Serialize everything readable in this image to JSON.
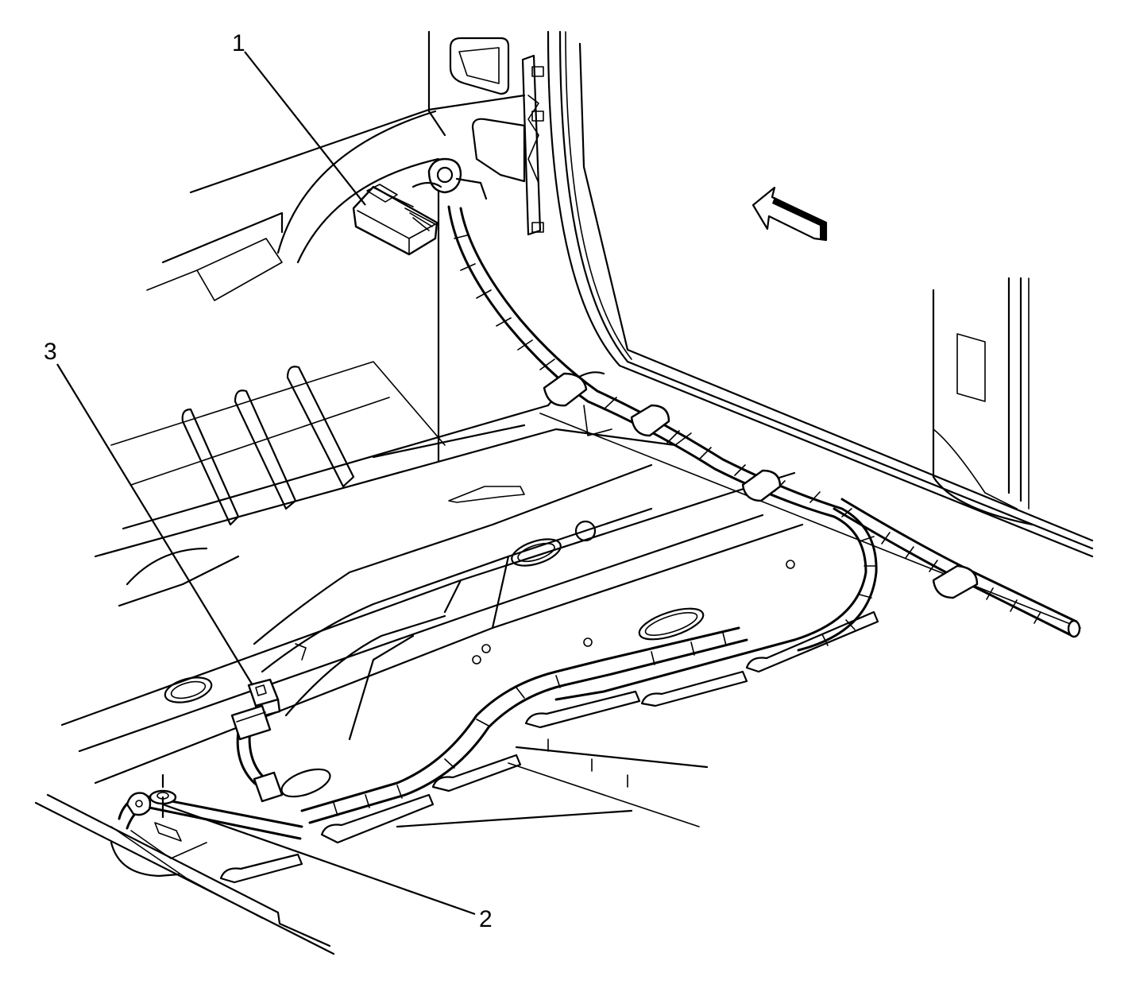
{
  "callouts": [
    {
      "id": "1",
      "label": "1",
      "part": "module"
    },
    {
      "id": "2",
      "label": "2",
      "part": "ground-bolt"
    },
    {
      "id": "3",
      "label": "3",
      "part": "harness-connector"
    }
  ],
  "icons": [
    "front-direction-arrow-icon"
  ],
  "colors": {
    "line": "#000000",
    "background": "#ffffff"
  }
}
